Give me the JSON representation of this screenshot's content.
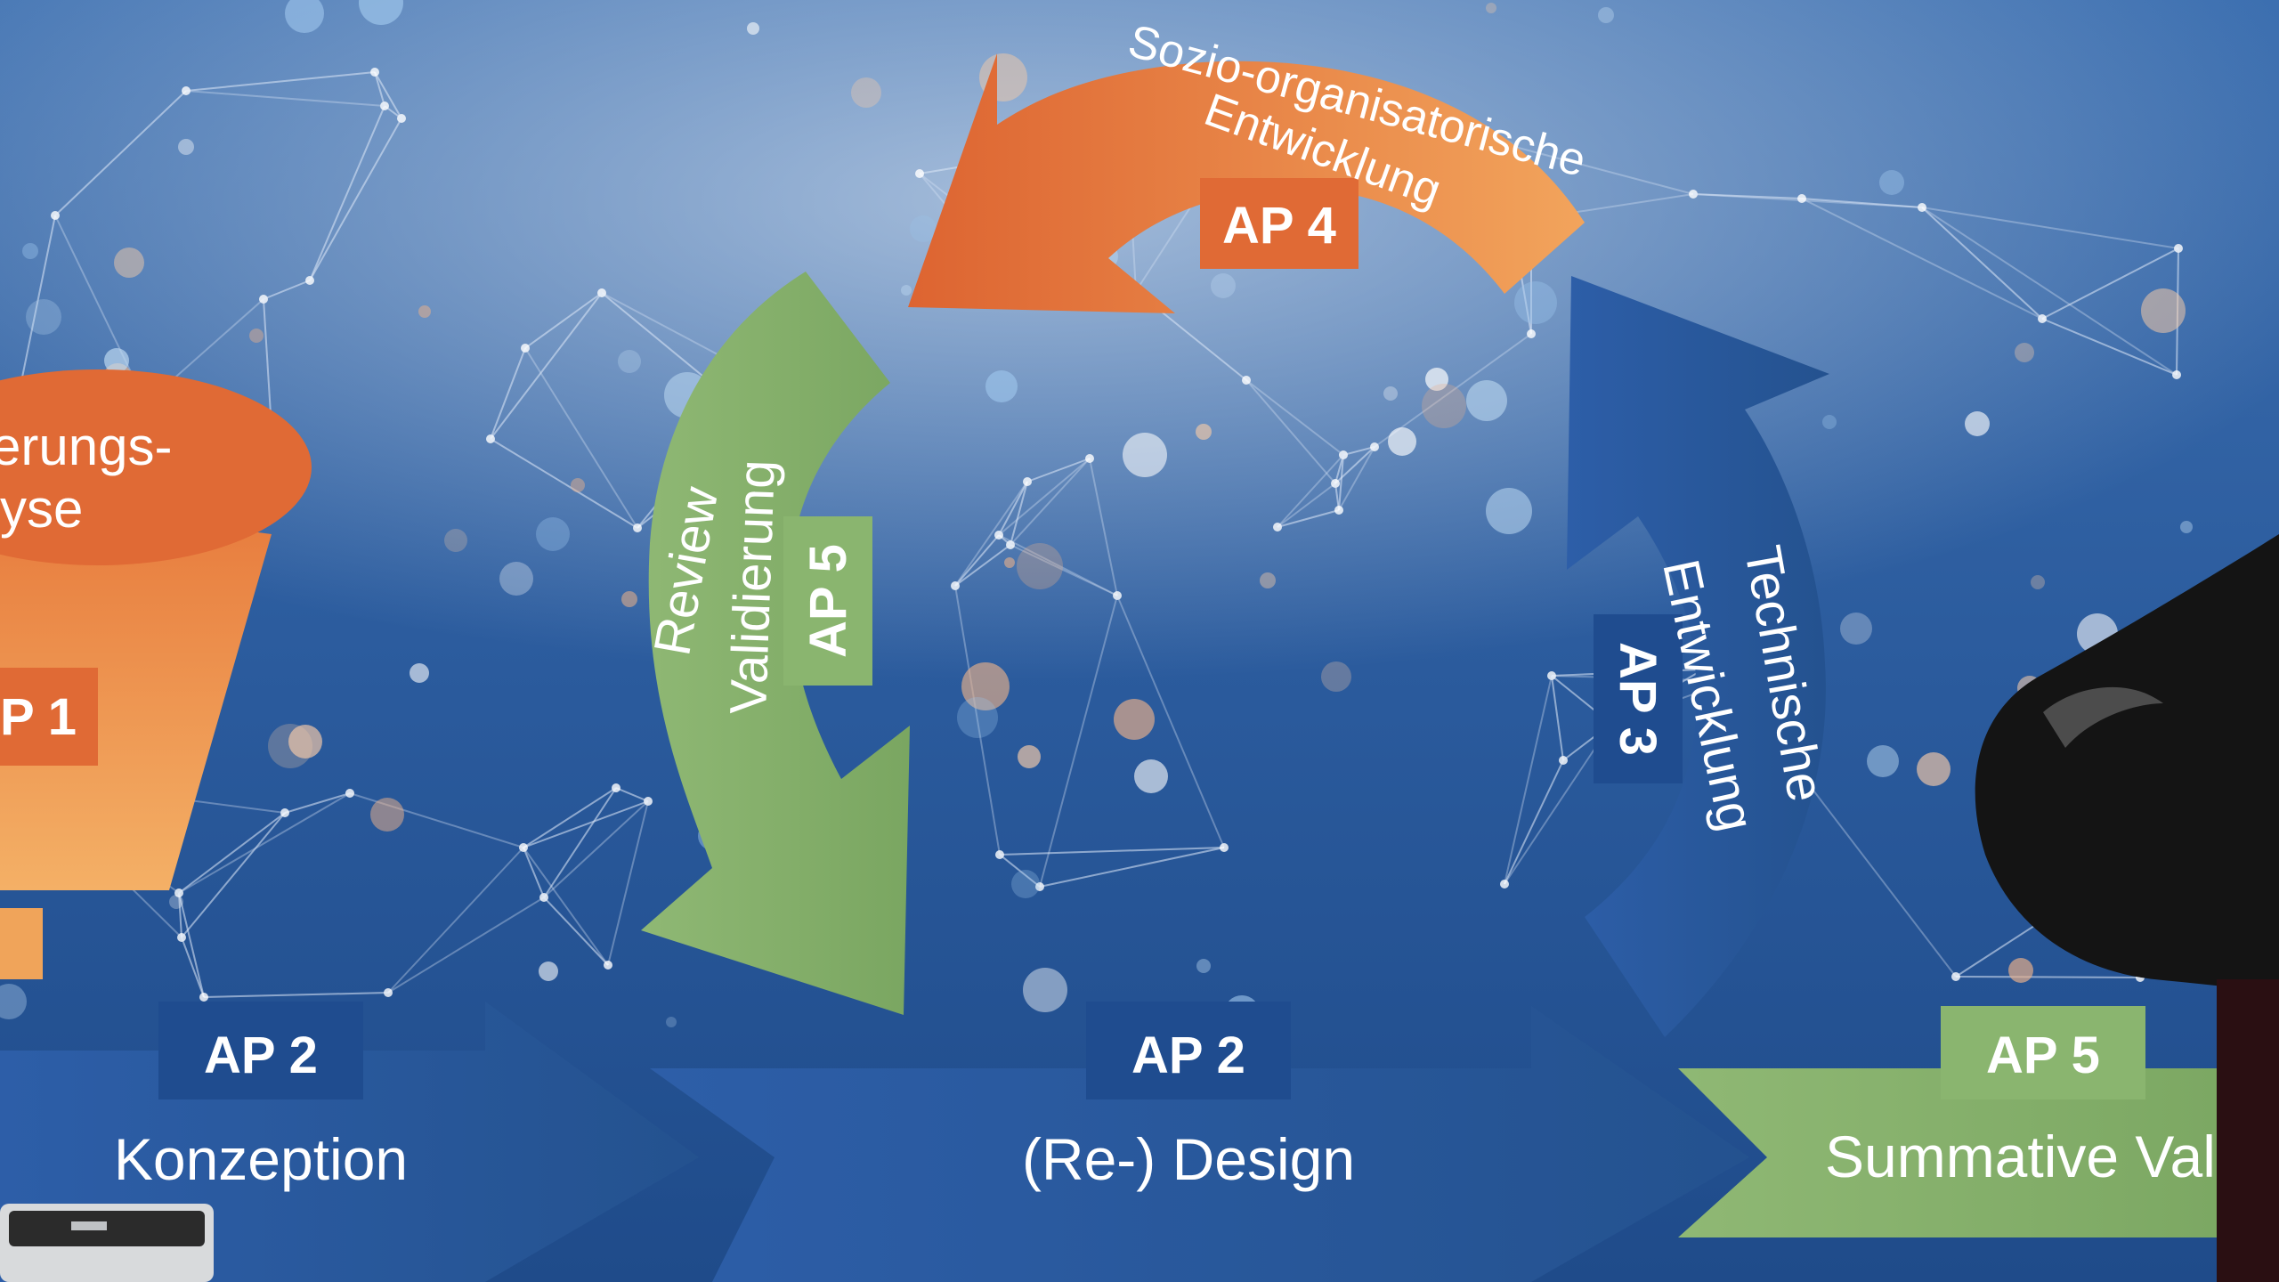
{
  "colors": {
    "orange": "#e06a35",
    "orange_light": "#f0a05a",
    "blue": "#2f5fa6",
    "blue_dark": "#1f4c8f",
    "green": "#86b06a",
    "green_light": "#a3c48a",
    "bg_top": "#3c6fb0",
    "bg_bottom": "#1f4b8a"
  },
  "funnel": {
    "title_line1": "erungs-",
    "title_line2": "yse",
    "badge": "P 1"
  },
  "steps": [
    {
      "badge": "AP 2",
      "label": "Konzeption"
    },
    {
      "badge": "AP 2",
      "label": "(Re-) Design"
    },
    {
      "badge": "AP 5",
      "label": "Summative Validi"
    }
  ],
  "cycle": {
    "top": {
      "badge": "AP 4",
      "line1": "Sozio-organisatorische",
      "line2": "Entwicklung"
    },
    "left": {
      "badge": "AP 5",
      "line1": "Review",
      "line2": "Validierung"
    },
    "right": {
      "badge": "AP 3",
      "line1": "Technische",
      "line2": "Entwicklung"
    }
  }
}
